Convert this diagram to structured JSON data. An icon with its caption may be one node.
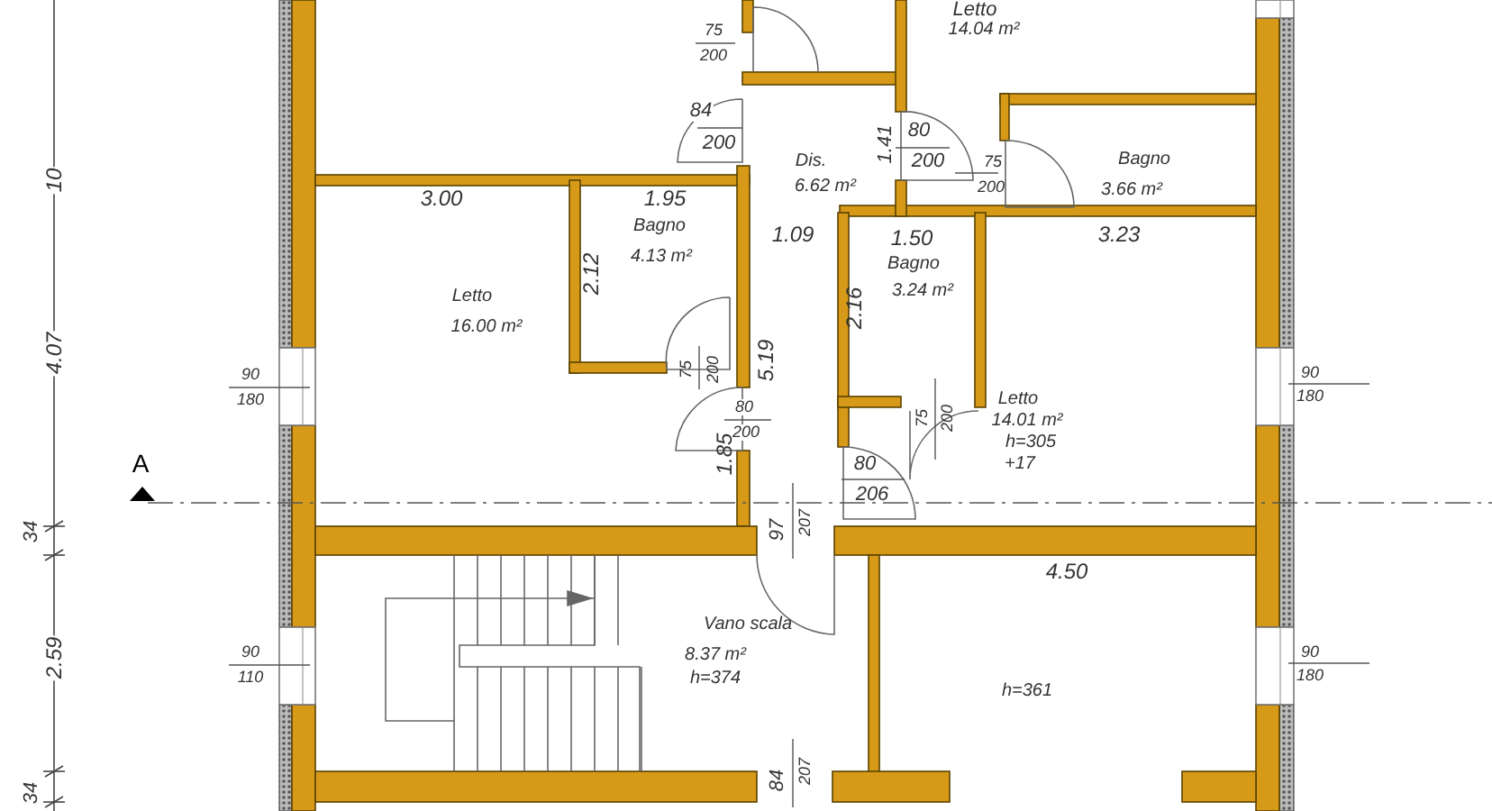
{
  "diagram": {
    "labels": [
      "Letto",
      "75",
      "200",
      "14.04 m²",
      "84",
      "80",
      "1.41",
      "200",
      "Dis.",
      "75",
      "Bagno",
      "200",
      "10",
      "6.62 m²",
      "200",
      "3.66 m²",
      "3.00",
      "1.95",
      "Bagno",
      "1.09",
      "1.50",
      "3.23",
      "4.13 m²",
      "Bagno",
      "2.12",
      "3.24 m²",
      "Letto",
      "2.16",
      "16.00 m²",
      "4.07",
      "5.19",
      "75",
      "200",
      "90",
      "180",
      "90",
      "180",
      "Letto",
      "80",
      "75",
      "200",
      "14.01 m²",
      "200",
      "h=305",
      "1.85",
      "A",
      "+17",
      "80",
      "206",
      "97",
      "207",
      "34",
      "4.50",
      "Vano scala",
      "90",
      "110",
      "90",
      "180",
      "2.59",
      "8.37 m²",
      "h=374",
      "h=361",
      "84",
      "207",
      "34"
    ]
  }
}
